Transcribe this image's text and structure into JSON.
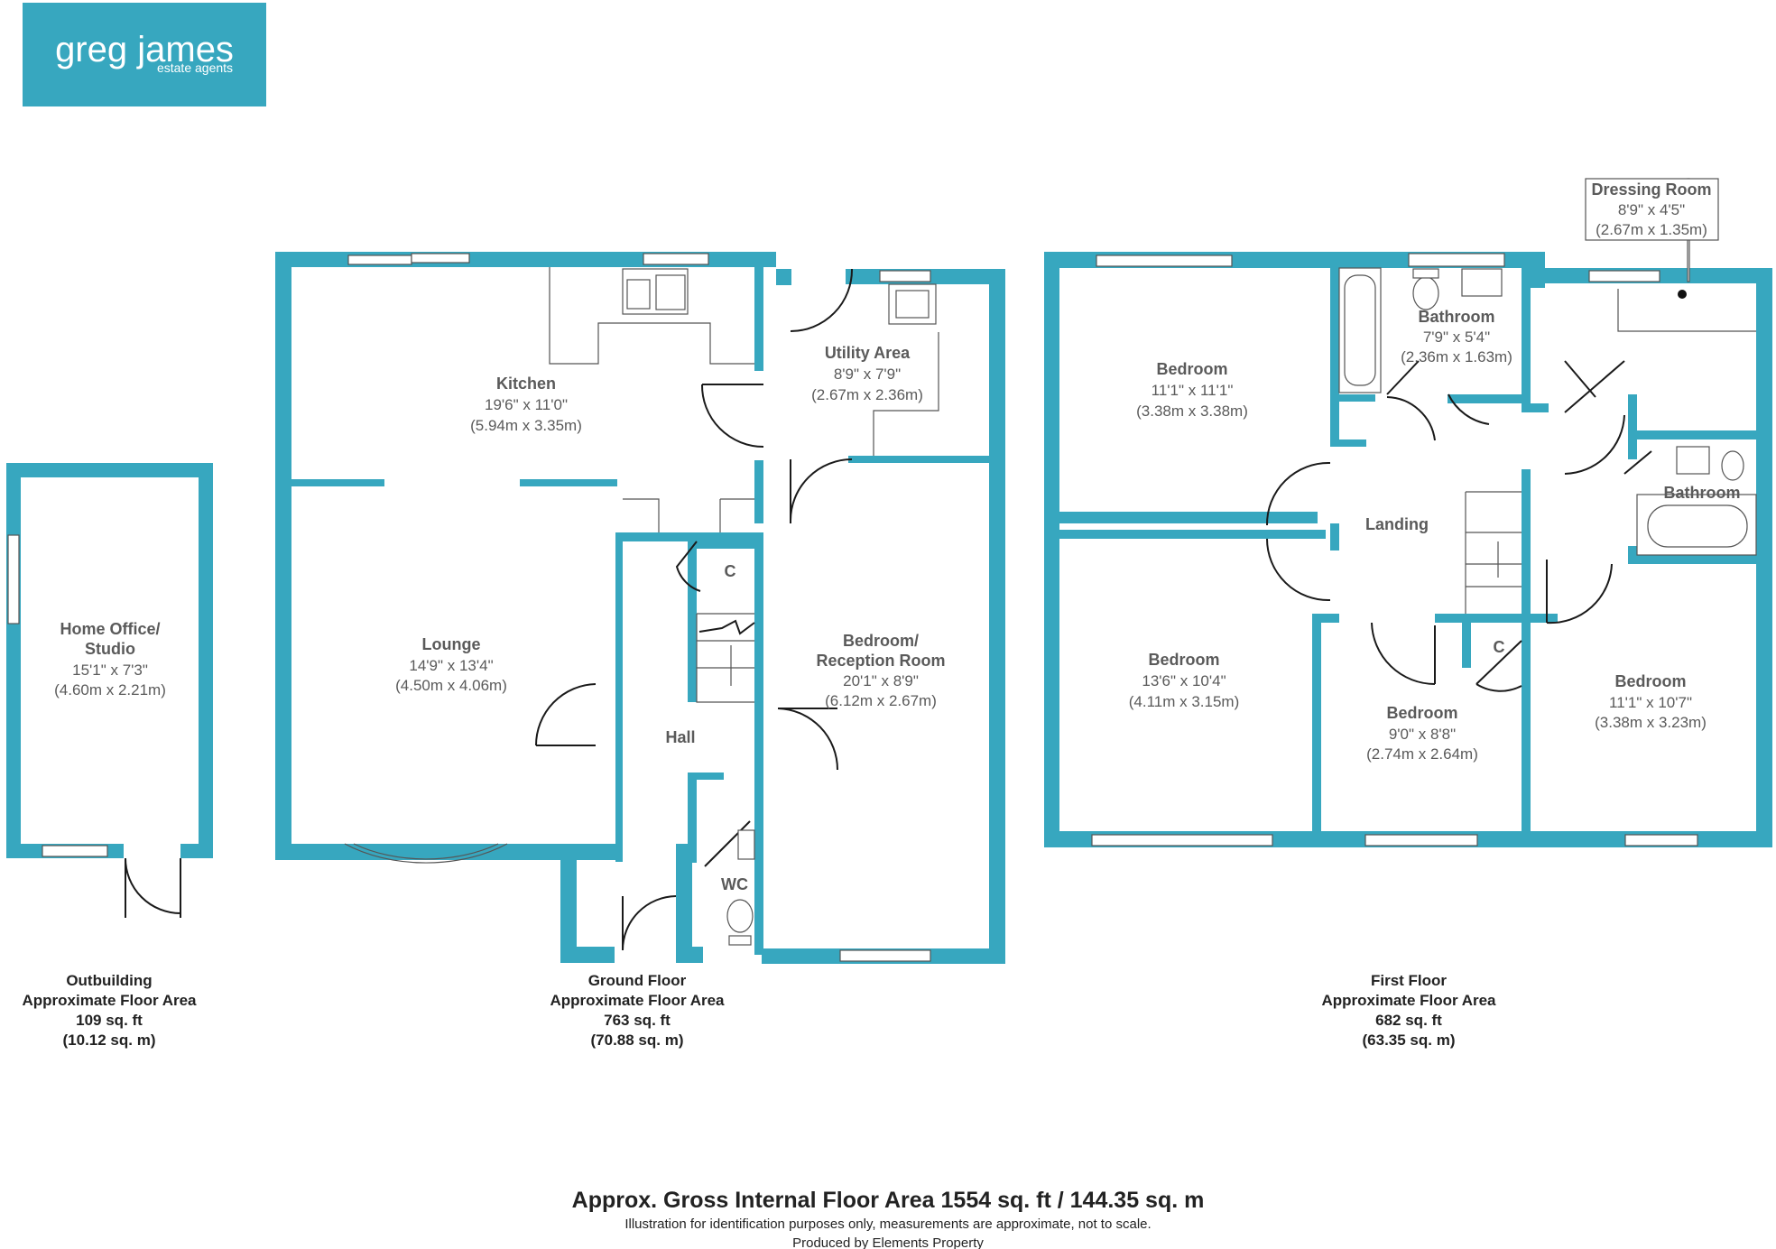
{
  "brand": {
    "name": "greg james",
    "tagline": "estate agents",
    "color": "#37a7bf"
  },
  "colors": {
    "wall": "#37a7bf",
    "room_text": "#5a5a5a",
    "caption_text": "#222222"
  },
  "rooms": {
    "home_office": {
      "name_line1": "Home Office/",
      "name_line2": "Studio",
      "imperial": "15'1\" x 7'3\"",
      "metric": "(4.60m x 2.21m)"
    },
    "kitchen": {
      "name": "Kitchen",
      "imperial": "19'6\" x 11'0\"",
      "metric": "(5.94m x 3.35m)"
    },
    "utility": {
      "name": "Utility Area",
      "imperial": "8'9\" x 7'9\"",
      "metric": "(2.67m x 2.36m)"
    },
    "lounge": {
      "name": "Lounge",
      "imperial": "14'9\" x 13'4\"",
      "metric": "(4.50m x 4.06m)"
    },
    "cupboard_ground": {
      "name": "C"
    },
    "bedroom_reception": {
      "name_line1": "Bedroom/",
      "name_line2": "Reception Room",
      "imperial": "20'1\" x 8'9\"",
      "metric": "(6.12m x 2.67m)"
    },
    "hall": {
      "name": "Hall"
    },
    "wc": {
      "name": "WC"
    },
    "bedroom_1": {
      "name": "Bedroom",
      "imperial": "11'1\" x 11'1\"",
      "metric": "(3.38m x 3.38m)"
    },
    "bathroom_1": {
      "name": "Bathroom",
      "imperial": "7'9\" x 5'4\"",
      "metric": "(2.36m x 1.63m)"
    },
    "dressing_room": {
      "name": "Dressing Room",
      "imperial": "8'9\" x 4'5\"",
      "metric": "(2.67m x 1.35m)"
    },
    "landing": {
      "name": "Landing"
    },
    "bathroom_2": {
      "name": "Bathroom"
    },
    "bedroom_2": {
      "name": "Bedroom",
      "imperial": "13'6\" x 10'4\"",
      "metric": "(4.11m x 3.15m)"
    },
    "cupboard_first": {
      "name": "C"
    },
    "bedroom_3": {
      "name": "Bedroom",
      "imperial": "9'0\" x 8'8\"",
      "metric": "(2.74m x 2.64m)"
    },
    "bedroom_4": {
      "name": "Bedroom",
      "imperial": "11'1\" x 10'7\"",
      "metric": "(3.38m x 3.23m)"
    }
  },
  "floors": {
    "outbuilding": {
      "line1": "Outbuilding",
      "line2": "Approximate Floor Area",
      "line3": "109 sq. ft",
      "line4": "(10.12 sq. m)"
    },
    "ground": {
      "line1": "Ground Floor",
      "line2": "Approximate Floor Area",
      "line3": "763 sq. ft",
      "line4": "(70.88 sq. m)"
    },
    "first": {
      "line1": "First Floor",
      "line2": "Approximate Floor Area",
      "line3": "682 sq. ft",
      "line4": "(63.35 sq. m)"
    }
  },
  "footer": {
    "total": "Approx. Gross Internal Floor Area 1554 sq. ft / 144.35 sq. m",
    "disclaimer": "Illustration for identification purposes only, measurements are approximate, not to scale.",
    "producer": "Produced by Elements Property"
  }
}
